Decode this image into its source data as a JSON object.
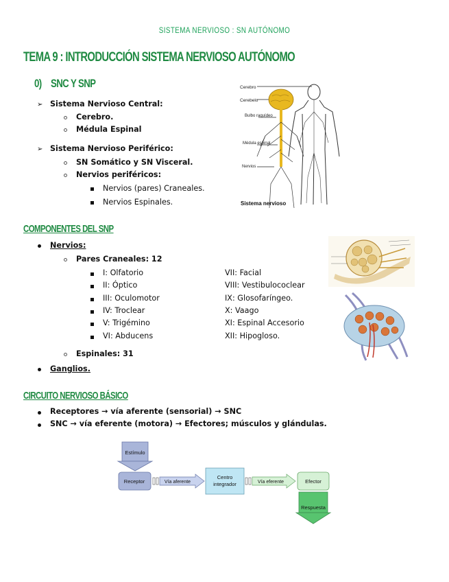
{
  "header": "SISTEMA NERVIOSO : SN AUTÓNOMO",
  "title": "TEMA 9 : INTRODUCCIÓN SISTEMA NERVIOSO AUTÓNOMO",
  "section0": {
    "num": "0)",
    "label": "SNC Y SNP"
  },
  "snc": {
    "arrow": "➢",
    "label": "Sistema Nervioso Central:",
    "items": [
      "Cerebro.",
      "Médula Espinal"
    ]
  },
  "snp": {
    "arrow": "➢",
    "label": "Sistema Nervioso Periférico:",
    "items": [
      "SN Somático y SN Visceral.",
      "Nervios periféricos:"
    ],
    "subitems": [
      "Nervios (pares) Craneales.",
      "Nervios Espinales."
    ]
  },
  "fig_nervous": {
    "labels": [
      "Cerebro",
      "Cerebelo",
      "Bulbo raquídeo",
      "Médula espinal",
      "Nervios"
    ],
    "caption": "Sistema nervioso"
  },
  "componentes": {
    "heading": "COMPONENTES DEL SNP",
    "nervios": "Nervios:",
    "pares_label": "Pares Craneales: 12",
    "pares_left": [
      "I: Olfatorio",
      "II: Óptico",
      "III: Oculomotor",
      "IV: Troclear",
      "V: Trigémino",
      "VI: Abducens"
    ],
    "pares_right": [
      "VII: Facial",
      "VIII: Vestibulococlear",
      "IX: Glosofaríngeo.",
      "X: Vaago",
      "XI: Espinal Accesorio",
      "XII: Hipogloso."
    ],
    "espinales": "Espinales: 31",
    "ganglios": "Ganglios."
  },
  "circuito": {
    "heading": "CIRCUITO NERVIOSO BÁSICO",
    "line1": "Receptores → vía aferente (sensorial) → SNC",
    "line2": "SNC → vía eferente (motora) → Efectores; músculos y glándulas.",
    "diagram": {
      "estimulo": "Estímulo",
      "receptor": "Receptor",
      "via_aferente": "Vía aferente",
      "centro_1": "Centro",
      "centro_2": "integrador",
      "via_eferente": "Vía eferente",
      "efector": "Efector",
      "respuesta": "Respuesta"
    }
  },
  "colors": {
    "heading_green": "#1f8a42",
    "header_green": "#1ea25a"
  }
}
